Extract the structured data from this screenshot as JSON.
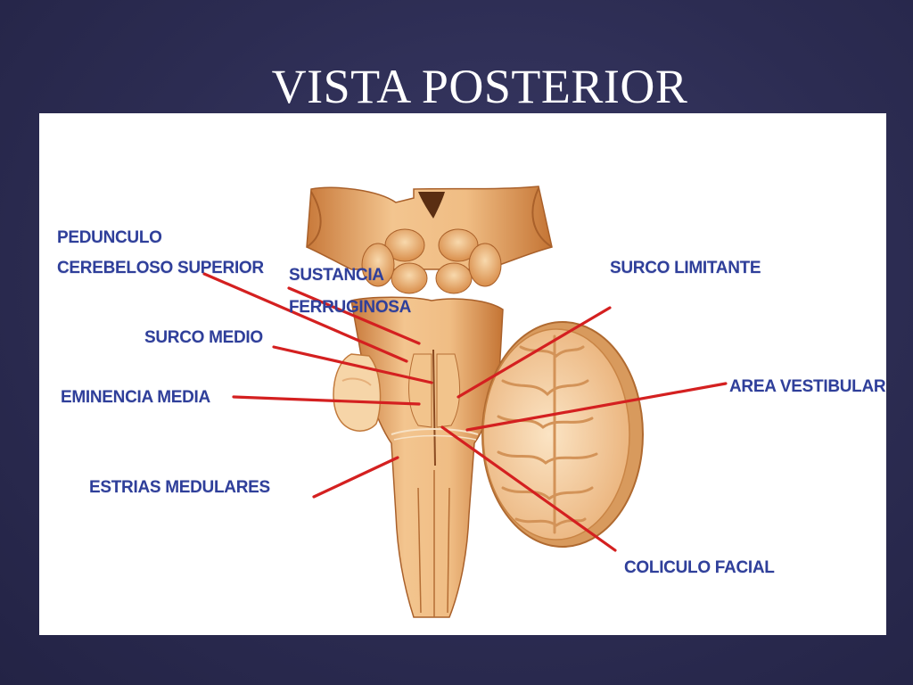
{
  "slide": {
    "title": "VISTA POSTERIOR"
  },
  "labels": {
    "pedunculo_line1": "PEDUNCULO",
    "pedunculo_line2": "CEREBELOSO SUPERIOR",
    "sustancia_line1": "SUSTANCIA",
    "sustancia_line2": "FERRUGINOSA",
    "surco_medio": "SURCO MEDIO",
    "eminencia_media": "EMINENCIA MEDIA",
    "estrias_medulares": "ESTRIAS MEDULARES",
    "surco_limitante": "SURCO LIMITANTE",
    "area_vestibular": "AREA VESTIBULAR",
    "coliculo_facial": "COLICULO FACIAL"
  },
  "colors": {
    "background": "#2c2c52",
    "label_text": "#2f3f9a",
    "leader_line": "#d42020",
    "tissue_light": "#f6d2a2",
    "tissue_mid": "#e9a865",
    "tissue_dark": "#b8692e"
  }
}
